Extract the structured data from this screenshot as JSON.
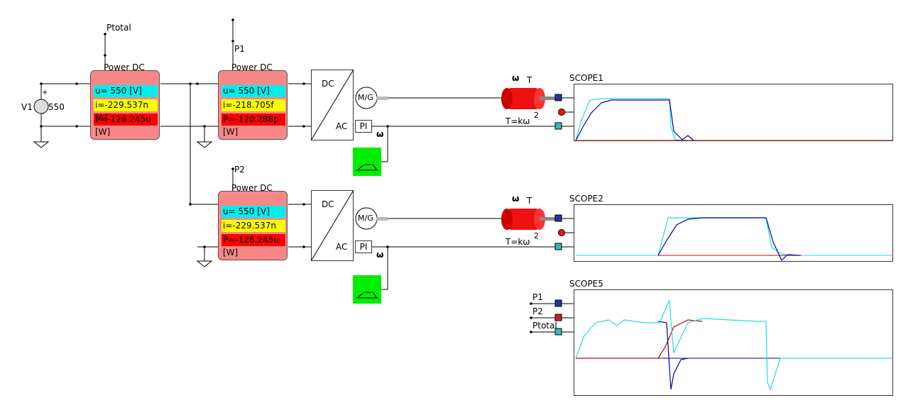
{
  "source": {
    "name": "V1",
    "value": "550",
    "plus": "+",
    "minus": "-"
  },
  "meters": [
    {
      "id": "ptotal",
      "title": "Power DC",
      "probe": "Ptotal",
      "u": "u= 550 [V]",
      "i": "i=-229.537n",
      "p": "P=-126.245u",
      "i_unit": "[A]",
      "unit": "[W]"
    },
    {
      "id": "p1",
      "title": "Power DC",
      "probe": "P1",
      "u": "u= 550 [V]",
      "i": "i=-218.705f",
      "p": "P=-120.288p",
      "unit": "[W]"
    },
    {
      "id": "p2",
      "title": "Power DC",
      "probe": "P2",
      "u": "u= 550 [V]",
      "i": "i=-229.537n",
      "p": "P=-126.245u",
      "unit": "[W]"
    }
  ],
  "converters": [
    {
      "dc": "DC",
      "ac": "AC",
      "machine": "M/G",
      "pi": "PI",
      "omega": "ω",
      "load_label": "T=kω",
      "load_exp": "2",
      "shaft_labels": [
        "ω",
        "T"
      ]
    },
    {
      "dc": "DC",
      "ac": "AC",
      "machine": "M/G",
      "pi": "PI",
      "omega": "ω",
      "load_label": "T=kω",
      "load_exp": "2",
      "shaft_labels": [
        "ω",
        "T"
      ]
    }
  ],
  "scopes": [
    {
      "title": "SCOPE1"
    },
    {
      "title": "SCOPE2"
    },
    {
      "title": "SCOPE5",
      "inputs": [
        "P1",
        "P2",
        "Ptotal"
      ]
    }
  ],
  "colors": {
    "meter_bg": "#f88888",
    "u_row": "#00eeee",
    "i_row": "#ffff00",
    "p_row": "#ff0000",
    "green": "#00ee00",
    "cyan_trace": "#22dddd",
    "blue_trace": "#0000aa",
    "red_trace": "#cc0000"
  }
}
